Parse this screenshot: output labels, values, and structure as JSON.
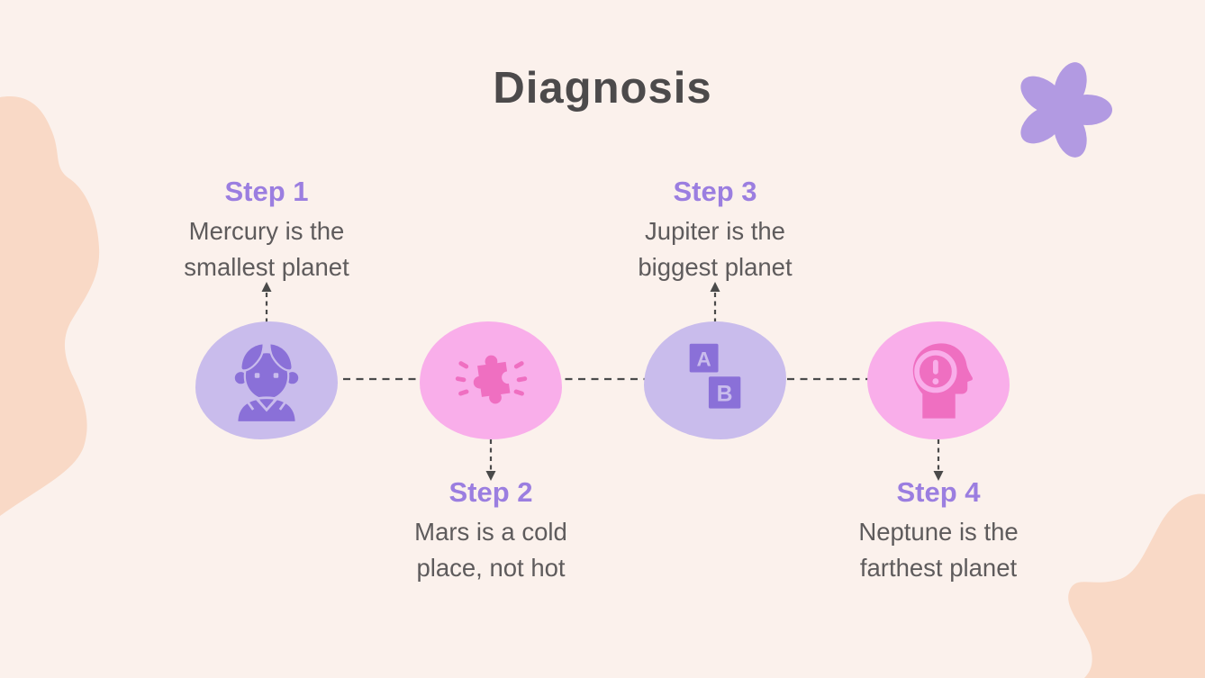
{
  "slide": {
    "title": "Diagnosis"
  },
  "steps": [
    {
      "label": "Step 1",
      "line1": "Mercury is the",
      "line2": "smallest planet",
      "icon": "patient-icon",
      "text_position": "above"
    },
    {
      "label": "Step 2",
      "line1": "Mars is a cold",
      "line2": "place, not hot",
      "icon": "puzzle-icon",
      "text_position": "below"
    },
    {
      "label": "Step 3",
      "line1": "Jupiter is the",
      "line2": "biggest planet",
      "icon": "letter-blocks-icon",
      "text_position": "above"
    },
    {
      "label": "Step 4",
      "line1": "Neptune is the",
      "line2": "farthest planet",
      "icon": "head-alert-icon",
      "text_position": "below"
    }
  ],
  "colors": {
    "background": "#fbf1ec",
    "peach_blob": "#f9d9c6",
    "flower_purple": "#b29ae2",
    "circle_purple": "#c9bcec",
    "icon_purple": "#8a70d8",
    "circle_pink": "#f9aeea",
    "icon_pink": "#ef6fc1",
    "step_label_purple": "#9b7ee0",
    "body_text_gray": "#5e5b5c",
    "title_gray": "#4c4a4b",
    "connector_gray": "#4a4a4a"
  }
}
